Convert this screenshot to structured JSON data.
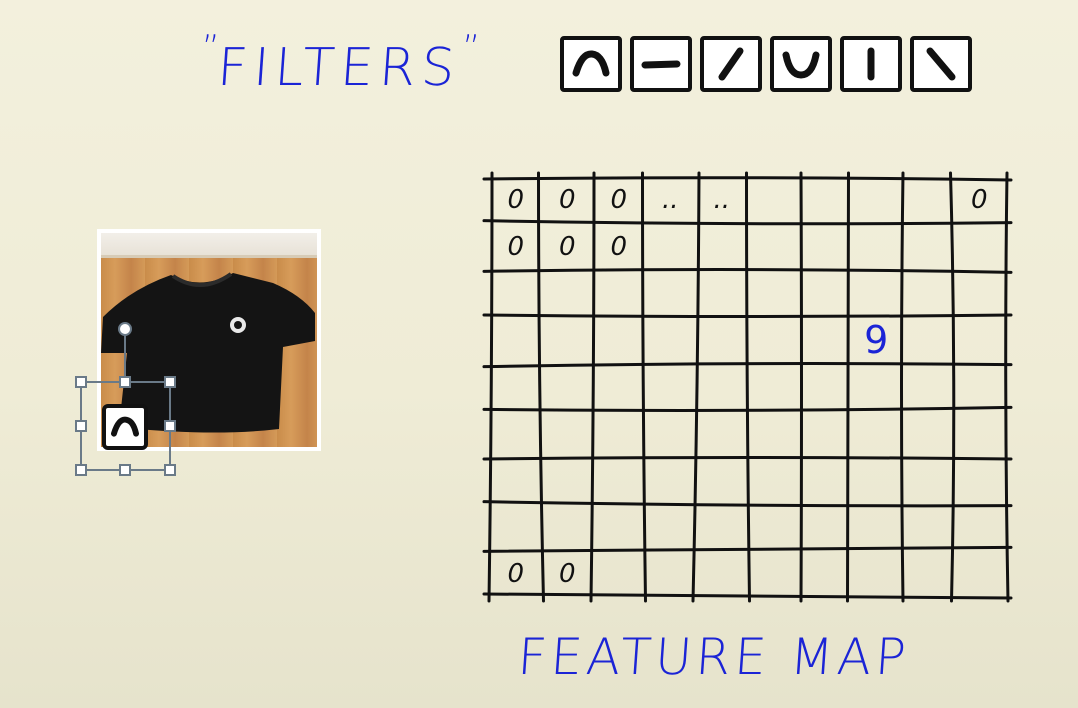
{
  "title": "FILTERS",
  "title_quotes": [
    "”",
    "”"
  ],
  "caption": "FEATURE MAP",
  "filters": [
    {
      "name": "arch-up"
    },
    {
      "name": "horizontal"
    },
    {
      "name": "diagonal-up"
    },
    {
      "name": "curve-down"
    },
    {
      "name": "vertical"
    },
    {
      "name": "diagonal-down"
    }
  ],
  "selected_filter": "arch-up",
  "feature_map": {
    "cells": [
      {
        "row": 0,
        "col": 0,
        "text": "0"
      },
      {
        "row": 0,
        "col": 1,
        "text": "0"
      },
      {
        "row": 0,
        "col": 2,
        "text": "0"
      },
      {
        "row": 0,
        "col": 3,
        "text": ".."
      },
      {
        "row": 0,
        "col": 4,
        "text": ".."
      },
      {
        "row": 0,
        "col": 9,
        "text": "0"
      },
      {
        "row": 1,
        "col": 0,
        "text": "0"
      },
      {
        "row": 1,
        "col": 1,
        "text": "0"
      },
      {
        "row": 1,
        "col": 2,
        "text": "0"
      },
      {
        "row": 3,
        "col": 7,
        "text": "9",
        "highlight": true
      },
      {
        "row": 8,
        "col": 0,
        "text": "0"
      },
      {
        "row": 8,
        "col": 1,
        "text": "0"
      }
    ]
  },
  "colors": {
    "ink": "#111111",
    "pen_blue": "#1b24d6",
    "paper": "#f1eed9"
  }
}
